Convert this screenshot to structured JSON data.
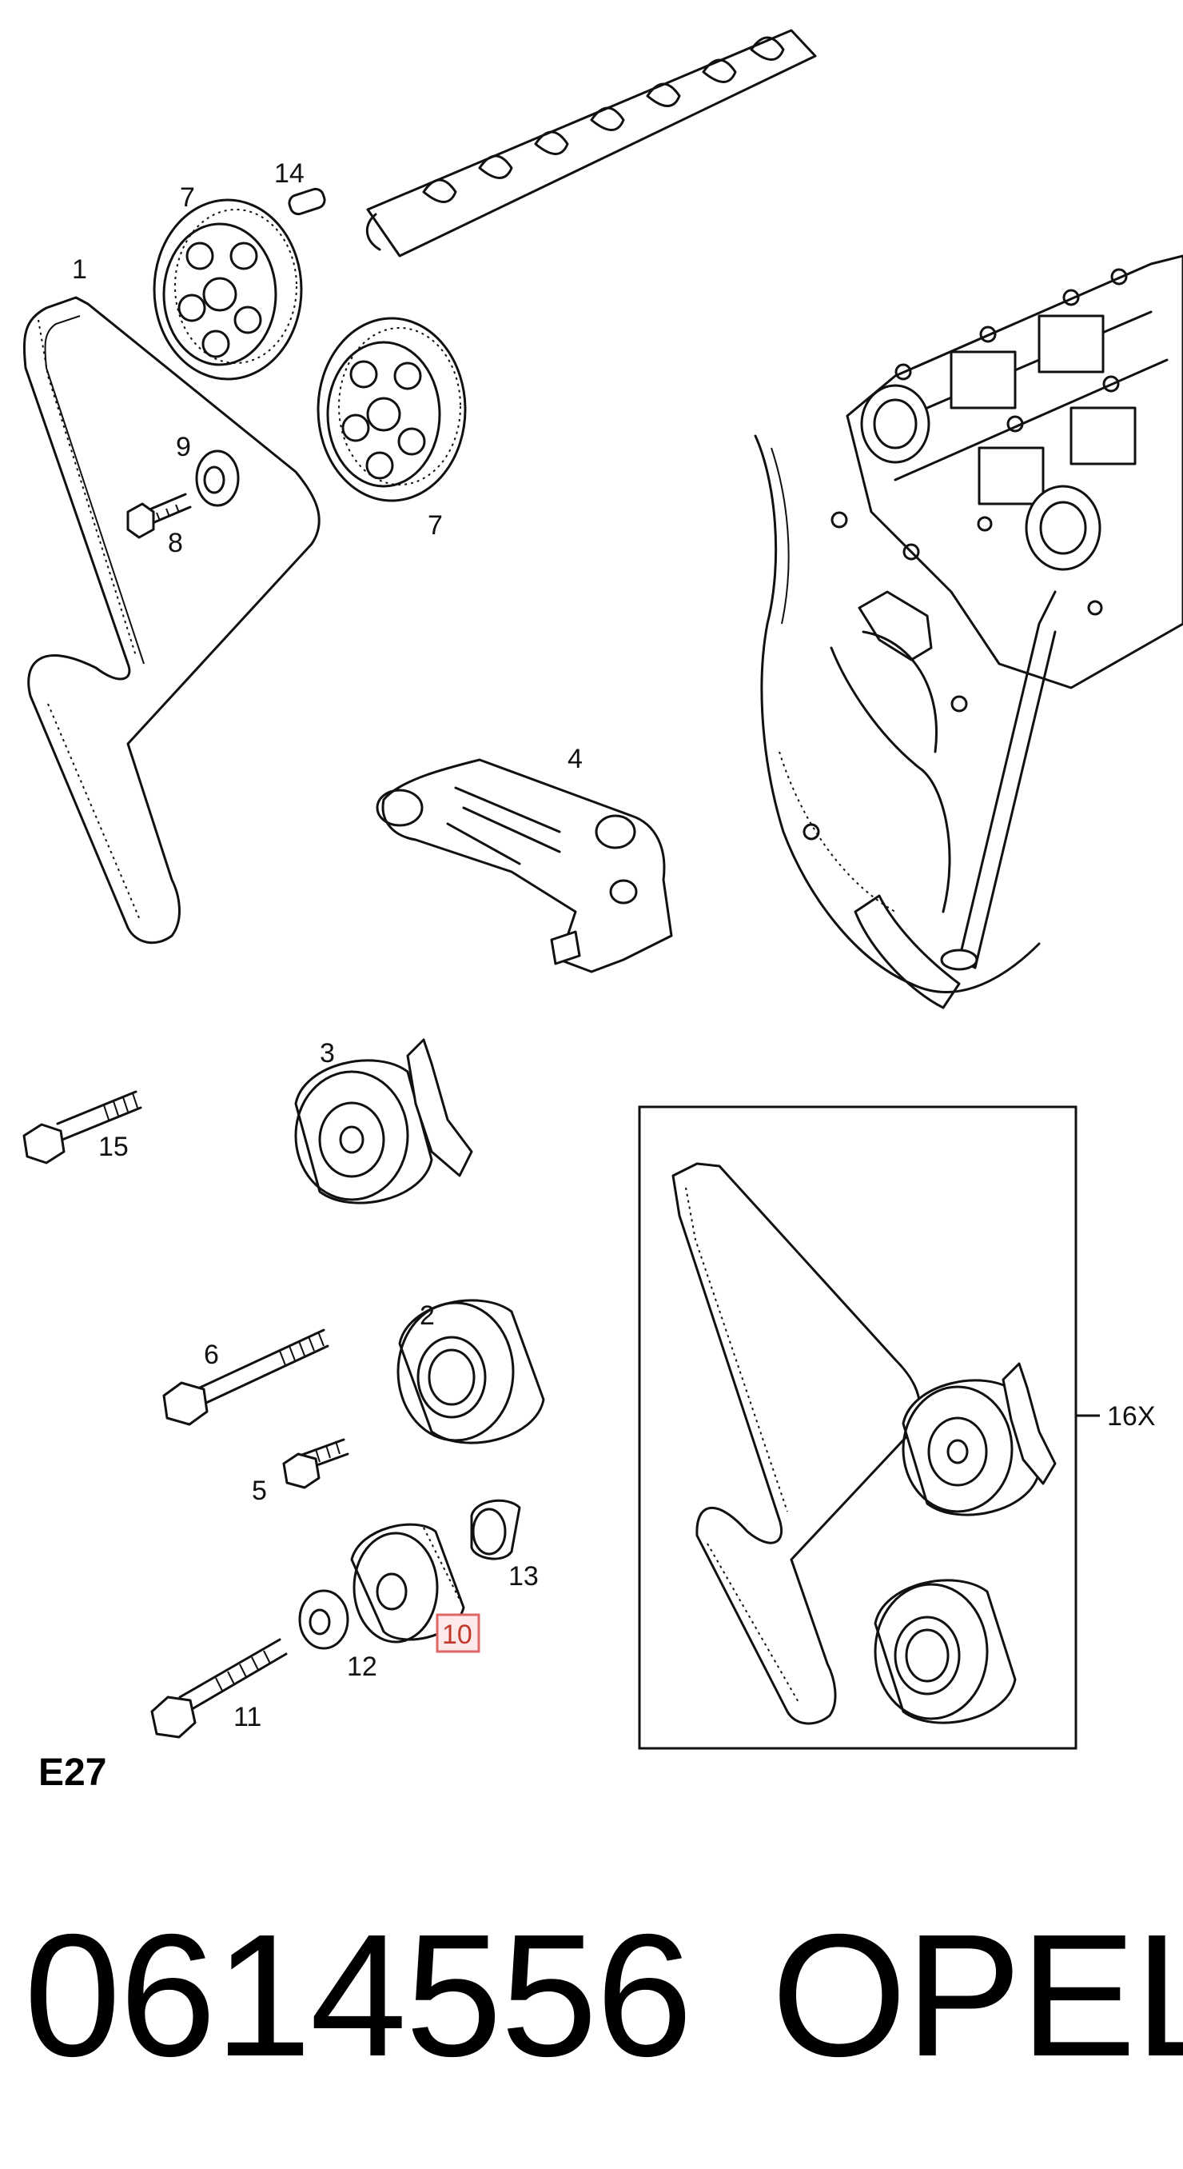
{
  "callouts": {
    "c1": "1",
    "c2": "2",
    "c3": "3",
    "c4": "4",
    "c5": "5",
    "c6": "6",
    "c7a": "7",
    "c7b": "7",
    "c8": "8",
    "c9": "9",
    "c10": "10",
    "c11": "11",
    "c12": "12",
    "c13": "13",
    "c14": "14",
    "c15": "15",
    "c16": "16X"
  },
  "figure_code": "E27",
  "part_number": "0614556",
  "brand": "OPEL",
  "highlight_color": "#e06666"
}
